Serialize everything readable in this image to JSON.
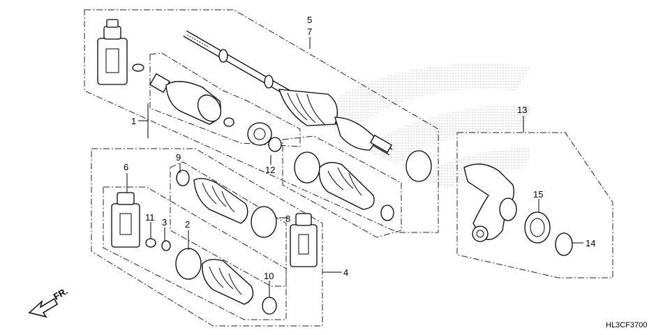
{
  "callouts": {
    "c1": "1",
    "c2": "2",
    "c3": "3",
    "c4": "4",
    "c5": "5",
    "c6": "6",
    "c7": "7",
    "c8": "8",
    "c9": "9",
    "c10": "10",
    "c11": "11",
    "c12": "12",
    "c13": "13",
    "c14": "14",
    "c15": "15"
  },
  "direction_label": "FR.",
  "diagram_code": "HL3CF3700"
}
